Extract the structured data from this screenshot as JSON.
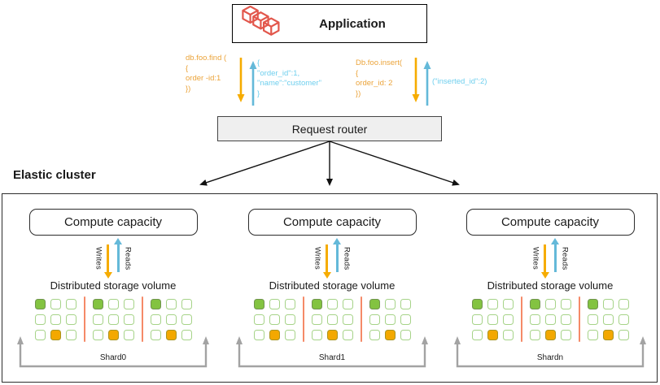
{
  "application": {
    "label": "Application",
    "icon": "cubes-icon"
  },
  "request_router": {
    "label": "Request router"
  },
  "elastic_cluster_label": "Elastic cluster",
  "annotations": {
    "find_request": [
      "db.foo.find (",
      "{",
      "order -id:1",
      "})"
    ],
    "find_response": [
      "{",
      "\"order_id\":1,",
      "\"name\":\"customer\"",
      "}"
    ],
    "insert_request": [
      "Db.foo.insert(",
      "{",
      "order_id: 2",
      "})"
    ],
    "insert_response": "(\"inserted_id\":2)"
  },
  "columns": [
    {
      "title": "Compute capacity",
      "writes_label": "Writes",
      "reads_label": "Reads",
      "storage_label": "Distributed storage volume",
      "shard_label": "Shard0"
    },
    {
      "title": "Compute capacity",
      "writes_label": "Writes",
      "reads_label": "Reads",
      "storage_label": "Distributed storage volume",
      "shard_label": "Shard1"
    },
    {
      "title": "Compute capacity",
      "writes_label": "Writes",
      "reads_label": "Reads",
      "storage_label": "Distributed storage volume",
      "shard_label": "Shardn"
    }
  ],
  "storage_grid": {
    "groups": 3,
    "rows": 3,
    "cols": 3,
    "pattern": [
      "green",
      "empty",
      "empty",
      "empty",
      "empty",
      "empty",
      "empty",
      "orange",
      "empty"
    ]
  },
  "colors": {
    "ink": "#1a1a1a",
    "code_orange": "#EBA43B",
    "code_blue": "#6FCFEE",
    "write_arrow": "#F6AC00",
    "read_arrow": "#64B9D9",
    "app_icon_red": "#E2574C",
    "square_green": "#83C341",
    "square_orange": "#F3A800",
    "square_border": "#A6D388",
    "separator": "#F58A68",
    "bracket_gray": "#A3A3A3",
    "router_bg": "#EFEFEF"
  }
}
